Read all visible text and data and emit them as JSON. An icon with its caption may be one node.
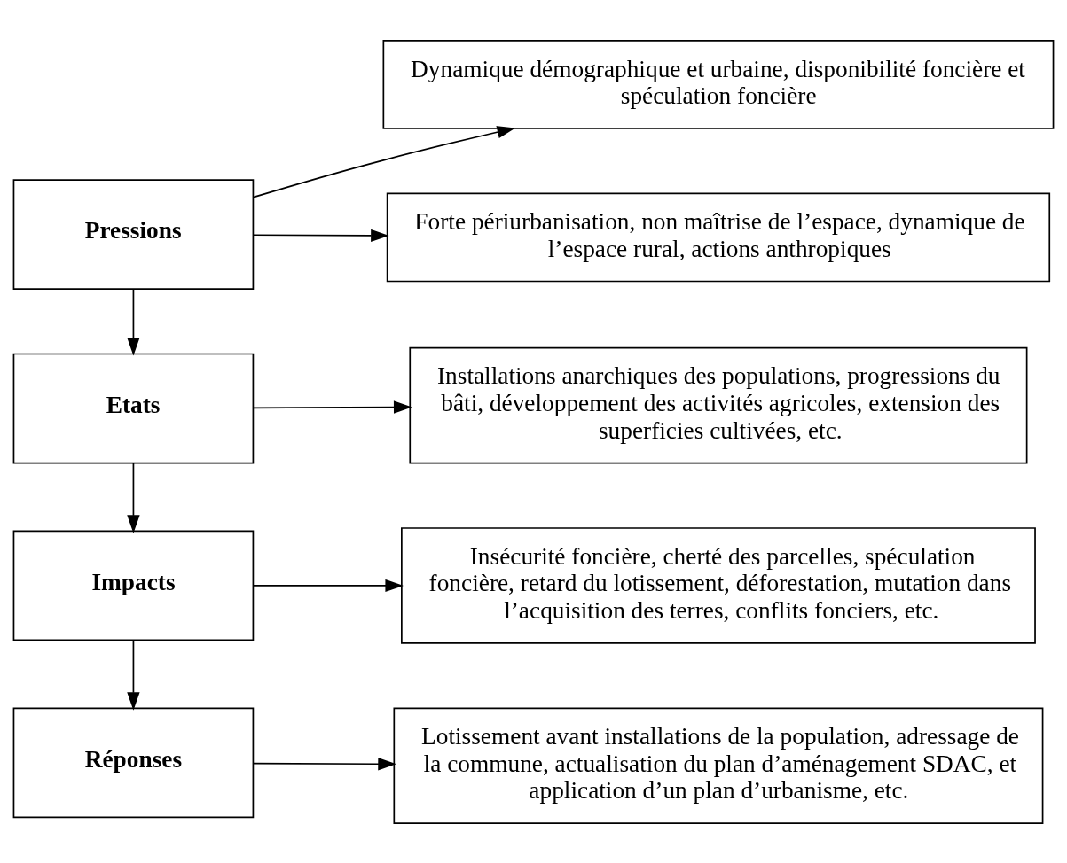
{
  "diagram": {
    "nodes": [
      {
        "text": [
          "Pressions"
        ]
      },
      {
        "text": [
          "Dynamique démographique et urbaine, disponibilité foncière et spéculation foncière"
        ]
      },
      {
        "text": [
          "Forte périurbanisation, non maîtrise de l’espace, dynamique de l’espace rural, actions anthropiques"
        ]
      },
      {
        "text": [
          "Etats"
        ]
      },
      {
        "text": [
          "Installations anarchiques des populations, progressions du bâti, développement des activités agricoles, extension des superficies cultivées, etc."
        ]
      },
      {
        "text": [
          "Impacts"
        ]
      },
      {
        "text": [
          "Insécurité foncière, cherté des parcelles, spéculation foncière, retard du lotissement, déforestation, mutation dans l’acquisition des terres, conflits fonciers, etc."
        ]
      },
      {
        "text": [
          "Réponses"
        ]
      },
      {
        "text": [
          "Lotissement avant installations de la population, adressage de la commune, actualisation du plan d’aménagement SDAC, et application d’un plan d’urbanisme, etc."
        ]
      }
    ],
    "edges": [
      {
        "from": 0,
        "to": 1,
        "arrow": "to"
      },
      {
        "from": 0,
        "to": 2,
        "arrow": "to"
      },
      {
        "from": 0,
        "to": 3,
        "arrow": "to"
      },
      {
        "from": 3,
        "to": 4,
        "arrow": "to"
      },
      {
        "from": 3,
        "to": 5,
        "arrow": "to"
      },
      {
        "from": 5,
        "to": 6,
        "arrow": "to"
      },
      {
        "from": 5,
        "to": 7,
        "arrow": "to"
      },
      {
        "from": 7,
        "to": 8,
        "arrow": "to"
      }
    ]
  }
}
